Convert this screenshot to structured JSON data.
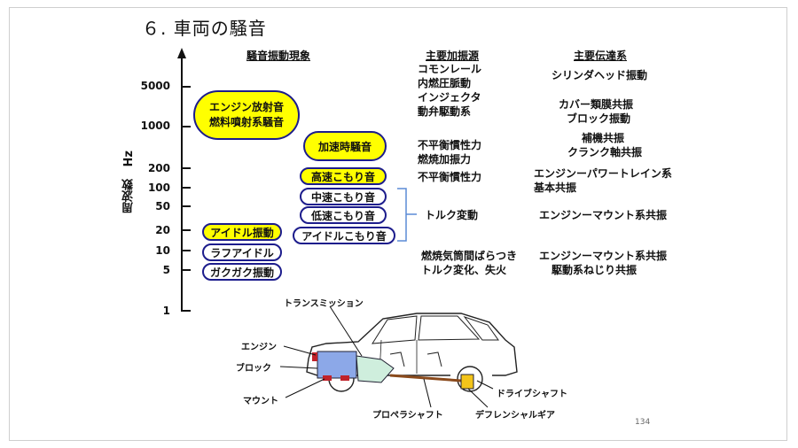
{
  "title": "６. 車両の騒音",
  "headers": {
    "phenomenon": "騒音振動現象",
    "source": "主要加振源",
    "path": "主要伝達系"
  },
  "axis": {
    "label": "周波数",
    "unit": "Hz",
    "ticks": [
      "5000",
      "1000",
      "200",
      "100",
      "50",
      "20",
      "10",
      "5",
      "1"
    ]
  },
  "phenomena": {
    "engine_noise": [
      "エンジン放射音",
      "燃料噴射系騒音"
    ],
    "accel_noise": "加速時騒音",
    "high_boom": "高速こもり音",
    "mid_boom": "中速こもり音",
    "low_boom": "低速こもり音",
    "idle_boom": "アイドルこもり音",
    "idle_vib": "アイドル振動",
    "rough_idle": "ラフアイドル",
    "judder": "ガクガク振動"
  },
  "sources": {
    "s1": [
      "コモンレール",
      "内燃圧脈動",
      "インジェクタ",
      "動弁駆動系"
    ],
    "s2": [
      "不平衡慣性力",
      "燃焼加振力"
    ],
    "s3": "不平衡慣性力",
    "s4": "トルク変動",
    "s5": [
      "燃焼気筒間ばらつき",
      "トルク変化、失火"
    ]
  },
  "paths": {
    "p1": "シリンダヘッド振動",
    "p2": [
      "カバー類膜共振",
      "ブロック振動"
    ],
    "p3": [
      "補機共振",
      "クランク軸共振"
    ],
    "p4": [
      "エンジンーパワートレイン系",
      "基本共振"
    ],
    "p5": "エンジンーマウント系共振",
    "p6": [
      "エンジンーマウント系共振",
      "駆動系ねじり共振"
    ]
  },
  "car_labels": {
    "transmission": "トランスミッション",
    "engine": "エンジン",
    "block": "ブロック",
    "mount": "マウント",
    "drive_shaft": "ドライブシャフト",
    "propeller_shaft": "プロペラシャフト",
    "differential": "デフレンシャルギア"
  },
  "page_number": "134",
  "colors": {
    "highlight": "#ffff00",
    "outline": "#1c1c8c",
    "bracket": "#5b8bd6",
    "engine": "#8ca8e8",
    "transmission": "#cfeedd"
  }
}
